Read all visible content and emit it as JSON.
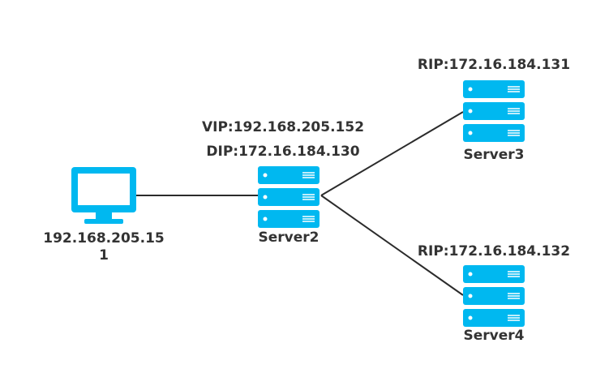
{
  "colors": {
    "device": "#00b8f0",
    "line": "#2b2b2b",
    "text": "#333333",
    "background": "#ffffff"
  },
  "client": {
    "icon": "monitor-icon",
    "ip_line1": "192.168.205.15",
    "ip_line2": "1"
  },
  "server2": {
    "icon": "server-icon",
    "vip": "VIP:192.168.205.152",
    "dip": "DIP:172.16.184.130",
    "name": "Server2"
  },
  "server3": {
    "icon": "server-icon",
    "rip": "RIP:172.16.184.131",
    "name": "Server3"
  },
  "server4": {
    "icon": "server-icon",
    "rip": "RIP:172.16.184.132",
    "name": "Server4"
  }
}
